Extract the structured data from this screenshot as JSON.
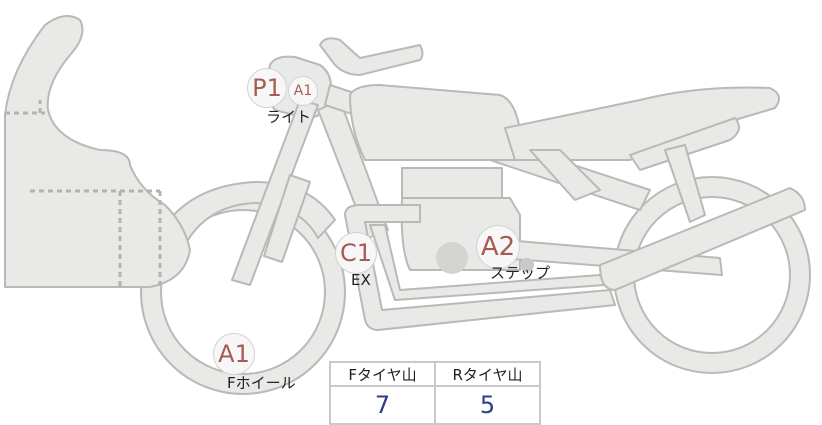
{
  "parts": {
    "light": {
      "grade_main": "P1",
      "grade_sub": "A1",
      "label": "ライト"
    },
    "exhaust": {
      "grade": "C1",
      "label": "EX"
    },
    "step": {
      "grade": "A2",
      "label": "ステップ"
    },
    "front_wheel": {
      "grade": "A1",
      "label": "Fホイール"
    }
  },
  "tire_table": {
    "headers": [
      "Fタイヤ山",
      "Rタイヤ山"
    ],
    "values": [
      "7",
      "5"
    ]
  },
  "colors": {
    "body_fill": "#e9e9e7",
    "outline": "#b9b9b6",
    "grade_text": "#a85a55",
    "value_text": "#2b3d8c"
  }
}
